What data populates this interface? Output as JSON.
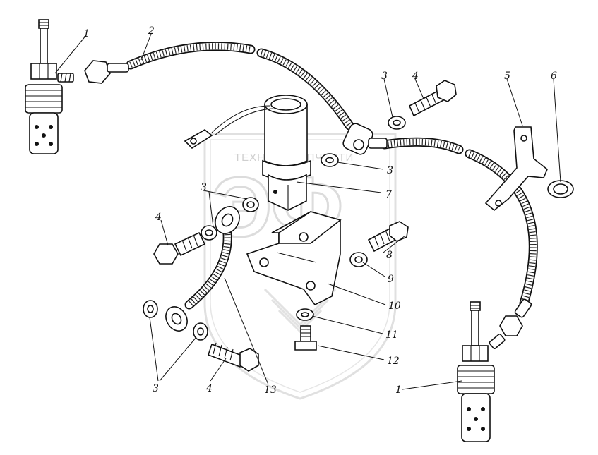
{
  "watermark": {
    "brand_line": "ТЕХНИКА ЗАПЧАСТИ",
    "logo_letters": "ЭФ"
  },
  "callouts": [
    {
      "id": "c1a",
      "text": "1"
    },
    {
      "id": "c2",
      "text": "2"
    },
    {
      "id": "c3a",
      "text": "3"
    },
    {
      "id": "c4a",
      "text": "4"
    },
    {
      "id": "c5",
      "text": "5"
    },
    {
      "id": "c6",
      "text": "6"
    },
    {
      "id": "c3b",
      "text": "3"
    },
    {
      "id": "c7",
      "text": "7"
    },
    {
      "id": "c3c",
      "text": "3"
    },
    {
      "id": "c4b",
      "text": "4"
    },
    {
      "id": "c8",
      "text": "8"
    },
    {
      "id": "c9",
      "text": "9"
    },
    {
      "id": "c10",
      "text": "10"
    },
    {
      "id": "c11",
      "text": "11"
    },
    {
      "id": "c12",
      "text": "12"
    },
    {
      "id": "c3d",
      "text": "3"
    },
    {
      "id": "c4c",
      "text": "4"
    },
    {
      "id": "c13",
      "text": "13"
    },
    {
      "id": "c1b",
      "text": "1"
    }
  ]
}
